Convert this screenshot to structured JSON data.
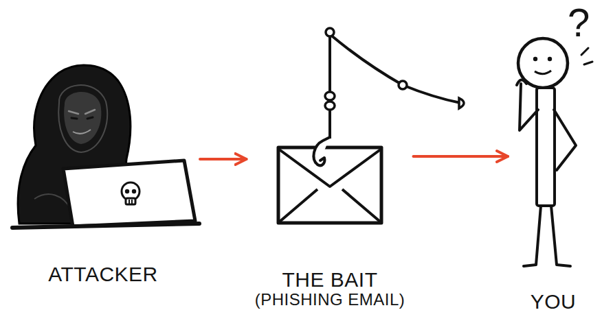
{
  "diagram": {
    "nodes": [
      {
        "text": [
          "ATTACKER"
        ]
      },
      {
        "text": [
          "THE BAIT",
          "(PHISHING EMAIL)"
        ]
      },
      {
        "text": [
          "YOU"
        ]
      }
    ],
    "edges": [
      {
        "from": 0,
        "to": 1,
        "arrow": "to"
      },
      {
        "from": 1,
        "to": 2,
        "arrow": "to"
      }
    ],
    "labels": [
      "?"
    ]
  }
}
